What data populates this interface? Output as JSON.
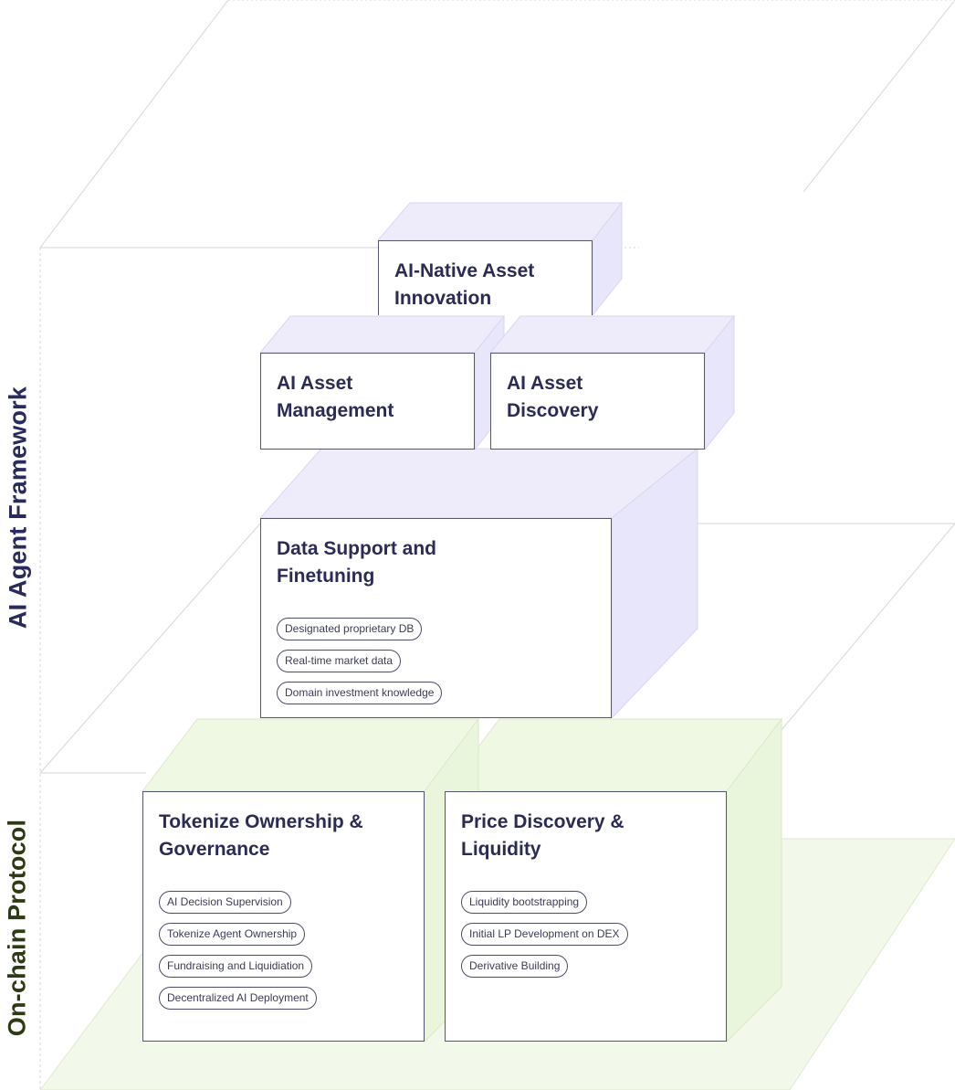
{
  "side_labels": {
    "framework": "AI Agent Framework",
    "protocol": "On-chain Protocol"
  },
  "colors": {
    "framework_block": "#eeecfb",
    "protocol_block": "#eef8e2",
    "title_text": "#2b2b55",
    "protocol_label": "#2d3a12"
  },
  "cards": {
    "native": {
      "title": "AI-Native Asset\nInnovation"
    },
    "management": {
      "title": "AI Asset\nManagement"
    },
    "discovery": {
      "title": "AI Asset\nDiscovery"
    },
    "data": {
      "title": "Data Support and\nFinetuning",
      "tags": [
        "Designated proprietary DB",
        "Real-time market data",
        "Domain investment knowledge"
      ]
    },
    "tokenize": {
      "title": "Tokenize Ownership &\nGovernance",
      "tags": [
        "AI Decision Supervision",
        "Tokenize Agent Ownership",
        "Fundraising and Liquidiation",
        "Decentralized AI Deployment"
      ]
    },
    "price": {
      "title": "Price Discovery &\nLiquidity",
      "tags": [
        "Liquidity bootstrapping",
        "Initial LP Development on DEX",
        "Derivative Building"
      ]
    }
  }
}
